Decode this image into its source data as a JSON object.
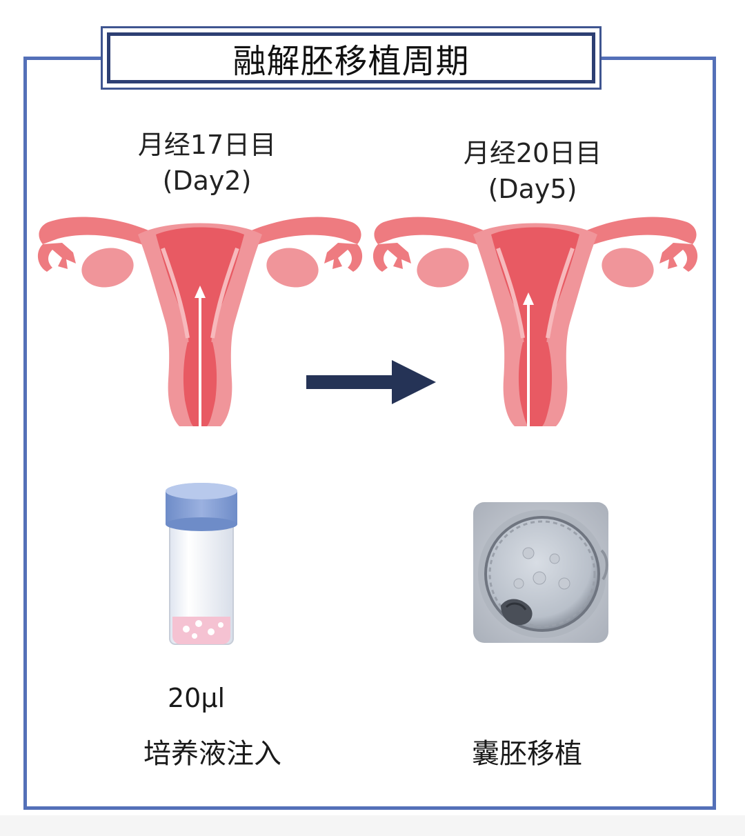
{
  "title": "融解胚移植周期",
  "stage_left": {
    "line1": "月经17日目",
    "line2": "(Day2)",
    "volume": "20μl",
    "caption": "培养液注入"
  },
  "stage_right": {
    "line1": "月经20日目",
    "line2": "(Day5)",
    "caption": "囊胚移植"
  },
  "colors": {
    "frame": "#5470b8",
    "title_border": "#2d3f73",
    "arrow": "#253356",
    "uterus": "#ee7b80",
    "uterus_dark": "#e85a63",
    "cap": "#7f9ad2"
  },
  "icons": {
    "uterus": "uterus-illustration",
    "transition": "right-arrow-icon",
    "vial": "culture-vial-icon",
    "embryo": "blastocyst-micrograph"
  }
}
